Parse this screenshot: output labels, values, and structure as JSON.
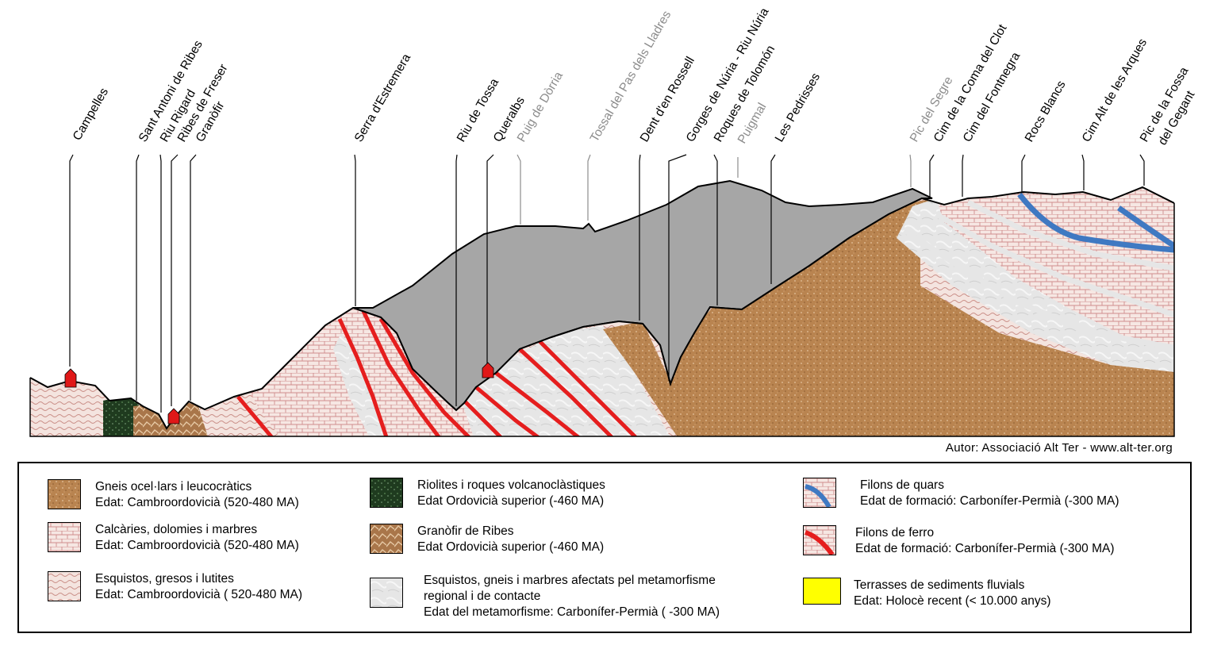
{
  "peaks": [
    {
      "name": "Campelles",
      "grey": false
    },
    {
      "name": "Sant Antoni de Ribes",
      "grey": false
    },
    {
      "name": "Riu Rigard",
      "grey": false
    },
    {
      "name": "Ribes de Freser",
      "grey": false
    },
    {
      "name": "Granòfir",
      "grey": false
    },
    {
      "name": "Serra d'Estremera",
      "grey": false
    },
    {
      "name": "Riu de Tossa",
      "grey": false
    },
    {
      "name": "Queralbs",
      "grey": false
    },
    {
      "name": "Puig de Dòrria",
      "grey": true
    },
    {
      "name": "Tossal del Pas dels Lladres",
      "grey": true
    },
    {
      "name": "Dent d'en Rossell",
      "grey": false
    },
    {
      "name": "Gorges de Núria - Riu Núria",
      "grey": false
    },
    {
      "name": "Roques de Tolomón",
      "grey": false
    },
    {
      "name": "Puigmal",
      "grey": true
    },
    {
      "name": "Les Pedrisses",
      "grey": false
    },
    {
      "name": "Pic del Segre",
      "grey": true
    },
    {
      "name": "Cim de la Coma del Clot",
      "grey": false
    },
    {
      "name": "Cim del Fontnegra",
      "grey": false
    },
    {
      "name": "Rocs Blancs",
      "grey": false
    },
    {
      "name": "Cim Alt de les Arques",
      "grey": false
    },
    {
      "name": "Pic de la Fossa",
      "grey": false
    },
    {
      "name": "del Gegant",
      "grey": false
    }
  ],
  "author": "Autor: Associació Alt Ter - www.alt-ter.org",
  "legend": [
    {
      "key": "gneis",
      "title": "Gneis  ocel·lars i leucocràtics",
      "age": "Edat: Cambroordovicià (520-480 MA)"
    },
    {
      "key": "calcaries",
      "title": "Calcàries, dolomies i marbres",
      "age": "Edat: Cambroordovicià (520-480 MA)"
    },
    {
      "key": "esquistos",
      "title": "Esquistos, gresos i lutites",
      "age": "Edat: Cambroordovicià ( 520-480 MA)"
    },
    {
      "key": "riolites",
      "title": "Riolites i roques volcanoclàstiques",
      "age": "Edat Ordovicià superior (-460 MA)"
    },
    {
      "key": "granofir",
      "title": "Granòfir de Ribes",
      "age": "Edat Ordovicià superior (-460 MA)"
    },
    {
      "key": "metamorfic",
      "title": "Esquistos, gneis i marbres afectats pel metamorfisme",
      "title2": "regional i de contacte",
      "age": "Edat del metamorfisme: Carbonífer-Permià ( -300 MA)"
    },
    {
      "key": "quars",
      "title": "Filons de quars",
      "age": "Edat de formació: Carbonífer-Permià (-300 MA)"
    },
    {
      "key": "ferro",
      "title": "Filons de ferro",
      "age": "Edat de formació: Carbonífer-Permià (-300 MA)"
    },
    {
      "key": "terrasses",
      "title": "Terrasses de sediments fluvials",
      "age": "Edat: Holocè recent (< 10.000 anys)"
    }
  ],
  "colors": {
    "gneis": "#b98450",
    "calcaries": "#f6e7e3",
    "brick_lines": "#d08c8c",
    "esquistos": "#f4e4df",
    "riolites": "#1f3b1f",
    "granofir": "#a9764a",
    "metamorfic": "#e6e6e6",
    "quars": "#3f79c2",
    "ferro": "#e51e1e",
    "terrasses": "#ffff00",
    "background_profile": "#a6a6a6",
    "village": "#e01818"
  }
}
